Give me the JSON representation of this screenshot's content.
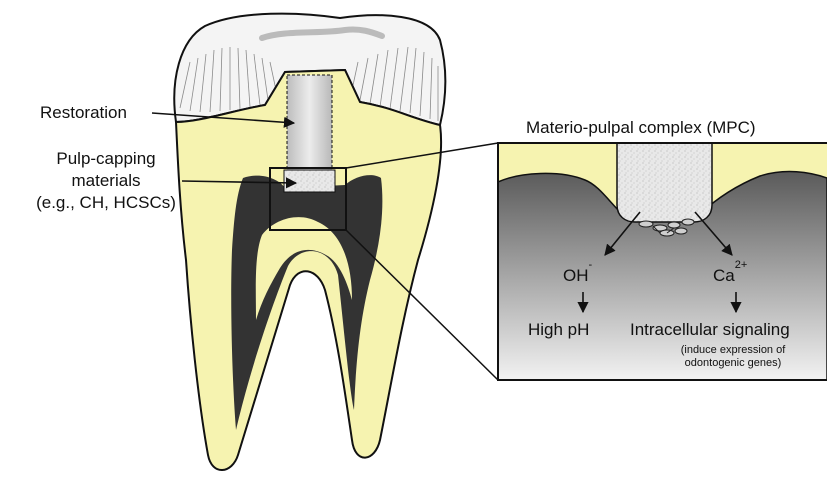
{
  "labels": {
    "restoration": "Restoration",
    "pulp_capping_line1": "Pulp-capping",
    "pulp_capping_line2": "materials",
    "pulp_capping_line3": "(e.g., CH, HCSCs)",
    "mpc_title": "Materio-pulpal complex (MPC)",
    "oh_base": "OH",
    "oh_sup": "-",
    "ca_base": "Ca",
    "ca_sup": "2+",
    "high_ph": "High pH",
    "intracellular": "Intracellular signaling",
    "induce_line1": "(induce expression of",
    "induce_line2": "odontogenic genes)"
  },
  "colors": {
    "dentin": "#f6f3b0",
    "enamel": "#f4f4f4",
    "pulp": "#333333",
    "outline": "#111111",
    "restoration": "#d4d4d4",
    "capping_material": "#e6e6e6",
    "pulp_gradient_top": "#5a5a5a",
    "pulp_gradient_bottom": "#f2f2f2"
  }
}
